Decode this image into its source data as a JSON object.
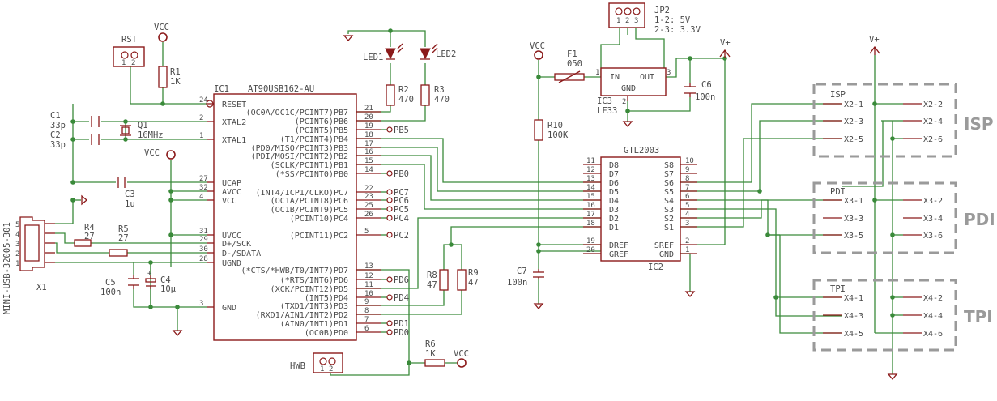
{
  "ic1": {
    "ref": "IC1",
    "part": "AT90USB162-AU",
    "left_pins": [
      {
        "name": "RESET",
        "num": "24"
      },
      {
        "name": "XTAL2",
        "num": "2"
      },
      {
        "name": "XTAL1",
        "num": "1"
      },
      {
        "name": "UCAP",
        "num": "27"
      },
      {
        "name": "AVCC",
        "num": "32"
      },
      {
        "name": "VCC",
        "num": "4"
      },
      {
        "name": "UVCC",
        "num": "31"
      },
      {
        "name": "D+/SCK",
        "num": "29"
      },
      {
        "name": "D-/SDATA",
        "num": "30"
      },
      {
        "name": "UGND",
        "num": "28"
      },
      {
        "name": "GND",
        "num": "3"
      }
    ],
    "right_pins": [
      {
        "name": "(OC0A/OC1C/PCINT7)PB7",
        "num": "21"
      },
      {
        "name": "(PCINT6)PB6",
        "num": "20"
      },
      {
        "name": "(PCINT5)PB5",
        "num": "19"
      },
      {
        "name": "(T1/PCINT4)PB4",
        "num": "18"
      },
      {
        "name": "(PD0/MISO/PCINT3)PB3",
        "num": "17"
      },
      {
        "name": "(PDI/MOSI/PCINT2)PB2",
        "num": "16"
      },
      {
        "name": "(SCLK/PCINT1)PB1",
        "num": "15"
      },
      {
        "name": "(*SS/PCINT0)PB0",
        "num": "14"
      },
      {
        "name": "(INT4/ICP1/CLKO)PC7",
        "num": "22"
      },
      {
        "name": "(OC1A/PCINT8)PC6",
        "num": "23"
      },
      {
        "name": "(OC1B/PCINT9)PC5",
        "num": "25"
      },
      {
        "name": "(PCINT10)PC4",
        "num": "26"
      },
      {
        "name": "(PCINT11)PC2",
        "num": "5"
      },
      {
        "name": "(*CTS/*HWB/T0/INT7)PD7",
        "num": "13"
      },
      {
        "name": "(*RTS/INT6)PD6",
        "num": "12"
      },
      {
        "name": "(XCK/PCINT12)PD5",
        "num": "11"
      },
      {
        "name": "(INT5)PD4",
        "num": "10"
      },
      {
        "name": "(TXD1/INT3)PD3",
        "num": "9"
      },
      {
        "name": "(RXD1/AIN1/INT2)PD2",
        "num": "8"
      },
      {
        "name": "(AIN0/INT1)PD1",
        "num": "7"
      },
      {
        "name": "(OC0B)PD0",
        "num": "6"
      }
    ]
  },
  "ic2": {
    "ref": "IC2",
    "part": "GTL2003",
    "left_pins": [
      {
        "name": "D8",
        "num": "11"
      },
      {
        "name": "D7",
        "num": "12"
      },
      {
        "name": "D6",
        "num": "13"
      },
      {
        "name": "D5",
        "num": "14"
      },
      {
        "name": "D4",
        "num": "15"
      },
      {
        "name": "D3",
        "num": "16"
      },
      {
        "name": "D2",
        "num": "17"
      },
      {
        "name": "D1",
        "num": "18"
      },
      {
        "name": "DREF",
        "num": "19"
      },
      {
        "name": "GREF",
        "num": "20"
      }
    ],
    "right_pins": [
      {
        "name": "S8",
        "num": "10"
      },
      {
        "name": "S7",
        "num": "9"
      },
      {
        "name": "S6",
        "num": "8"
      },
      {
        "name": "S5",
        "num": "7"
      },
      {
        "name": "S4",
        "num": "6"
      },
      {
        "name": "S3",
        "num": "5"
      },
      {
        "name": "S2",
        "num": "4"
      },
      {
        "name": "S1",
        "num": "3"
      },
      {
        "name": "SREF",
        "num": "2"
      },
      {
        "name": "GND",
        "num": "1"
      }
    ]
  },
  "ic3": {
    "ref": "IC3",
    "part": "LF33",
    "in": "IN",
    "out": "OUT",
    "gnd": "GND",
    "pin1": "1",
    "pin2": "2",
    "pin3": "3"
  },
  "components": {
    "rst": {
      "ref": "RST",
      "p1": "1",
      "p2": "2"
    },
    "hwb": {
      "ref": "HWB",
      "p1": "1",
      "p2": "2"
    },
    "jp2": {
      "ref": "JP2",
      "line1": "1-2: 5V",
      "line2": "2-3: 3.3V",
      "p1": "1",
      "p2": "2",
      "p3": "3"
    },
    "r1": {
      "ref": "R1",
      "value": "1K"
    },
    "r2": {
      "ref": "R2",
      "value": "470"
    },
    "r3": {
      "ref": "R3",
      "value": "470"
    },
    "r4": {
      "ref": "R4",
      "value": "27"
    },
    "r5": {
      "ref": "R5",
      "value": "27"
    },
    "r6": {
      "ref": "R6",
      "value": "1K"
    },
    "r8": {
      "ref": "R8",
      "value": "47"
    },
    "r9": {
      "ref": "R9",
      "value": "47"
    },
    "r10": {
      "ref": "R10",
      "value": "100K"
    },
    "c1": {
      "ref": "C1",
      "value": "33p"
    },
    "c2": {
      "ref": "C2",
      "value": "33p"
    },
    "c3": {
      "ref": "C3",
      "value": "1u"
    },
    "c4": {
      "ref": "C4",
      "value": "10µ"
    },
    "c5": {
      "ref": "C5",
      "value": "100n"
    },
    "c6": {
      "ref": "C6",
      "value": "100n"
    },
    "c7": {
      "ref": "C7",
      "value": "100n"
    },
    "q1": {
      "ref": "Q1",
      "value": "16MHz"
    },
    "f1": {
      "ref": "F1",
      "value": "050"
    },
    "led1": {
      "ref": "LED1"
    },
    "led2": {
      "ref": "LED2"
    },
    "x1": {
      "ref": "X1",
      "part": "MINI-USB-32005-301",
      "pins": [
        "5",
        "4",
        "3",
        "2",
        "1"
      ]
    }
  },
  "supplies": {
    "vcc": "VCC",
    "vplus": "V+"
  },
  "net_labels": {
    "pb5": "PB5",
    "pb0": "PB0",
    "pc7": "PC7",
    "pc6": "PC6",
    "pc5": "PC5",
    "pc4": "PC4",
    "pc2": "PC2",
    "pd6": "PD6",
    "pd4": "PD4",
    "pd1": "PD1",
    "pd0": "PD0"
  },
  "headers": {
    "isp": {
      "title": "ISP",
      "ref": "ISP",
      "pins": [
        "X2-1",
        "X2-3",
        "X2-5"
      ],
      "pins_r": [
        "X2-2",
        "X2-4",
        "X2-6"
      ]
    },
    "pdi": {
      "title": "PDI",
      "ref": "PDI",
      "pins": [
        "X3-1",
        "X3-3",
        "X3-5"
      ],
      "pins_r": [
        "X3-2",
        "X3-4",
        "X3-6"
      ]
    },
    "tpi": {
      "title": "TPI",
      "ref": "TPI",
      "pins": [
        "X4-1",
        "X4-3",
        "X4-5"
      ],
      "pins_r": [
        "X4-2",
        "X4-4",
        "X4-6"
      ]
    }
  }
}
